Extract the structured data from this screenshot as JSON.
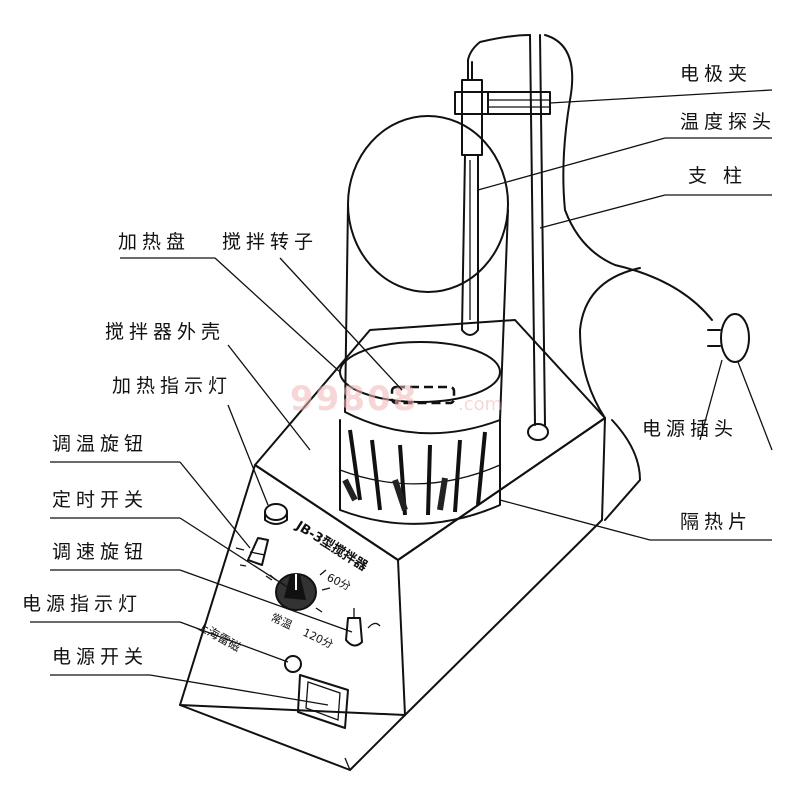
{
  "labels": {
    "electrode_clamp": "电极夹",
    "temperature_probe": "温度探头",
    "support_rod": "支  柱",
    "heating_plate": "加热盘",
    "stir_bar": "搅拌转子",
    "stirrer_housing": "搅拌器外壳",
    "heating_indicator": "加热指示灯",
    "temp_knob": "调温旋钮",
    "timer_switch": "定时开关",
    "speed_knob": "调速旋钮",
    "power_indicator": "电源指示灯",
    "power_switch": "电源开关",
    "power_plug": "电源插头",
    "heat_shield": "隔热片"
  },
  "device": {
    "model_text": "JB-3型搅拌器",
    "maker_text": "上海雷磁",
    "dial_mark_1": "60分",
    "dial_mark_2": "120分",
    "dial_mark_3": "常温"
  },
  "watermark": {
    "main": "99808",
    "suffix": ".com"
  }
}
